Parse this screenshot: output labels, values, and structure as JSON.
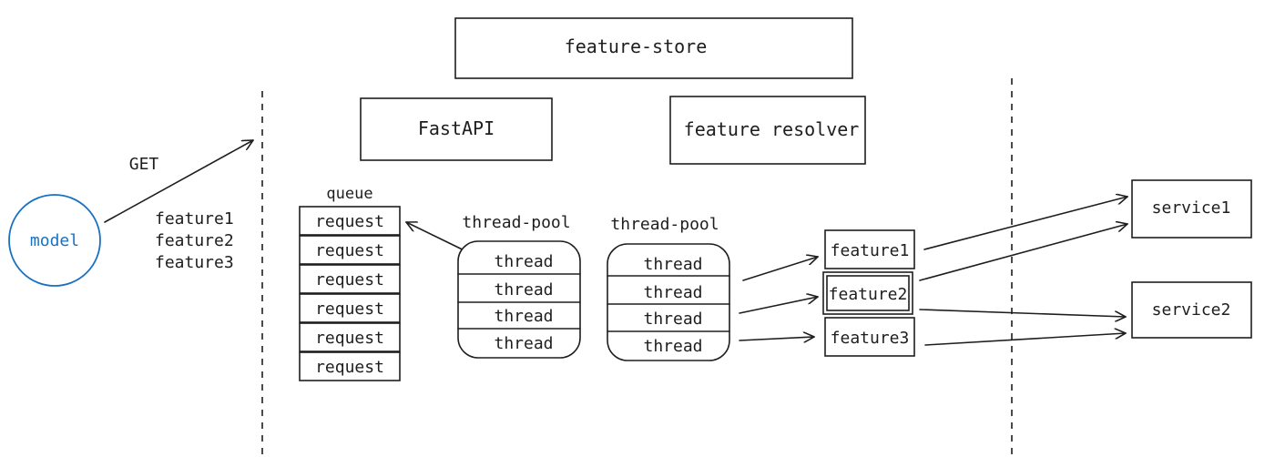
{
  "feature_store": {
    "label": "feature-store"
  },
  "fastapi": {
    "label": "FastAPI"
  },
  "feature_resolver": {
    "label": "feature resolver"
  },
  "model": {
    "label": "model"
  },
  "get_request": {
    "method": "GET",
    "features": [
      "feature1",
      "feature2",
      "feature3"
    ]
  },
  "queue": {
    "label": "queue",
    "items": [
      "request",
      "request",
      "request",
      "request",
      "request",
      "request"
    ]
  },
  "thread_pool_1": {
    "label": "thread-pool",
    "threads": [
      "thread",
      "thread",
      "thread",
      "thread"
    ]
  },
  "thread_pool_2": {
    "label": "thread-pool",
    "threads": [
      "thread",
      "thread",
      "thread",
      "thread"
    ]
  },
  "features": [
    "feature1",
    "feature2",
    "feature3"
  ],
  "services": [
    "service1",
    "service2"
  ],
  "colors": {
    "ink": "#1e1e1e",
    "model": "#1971c2"
  }
}
